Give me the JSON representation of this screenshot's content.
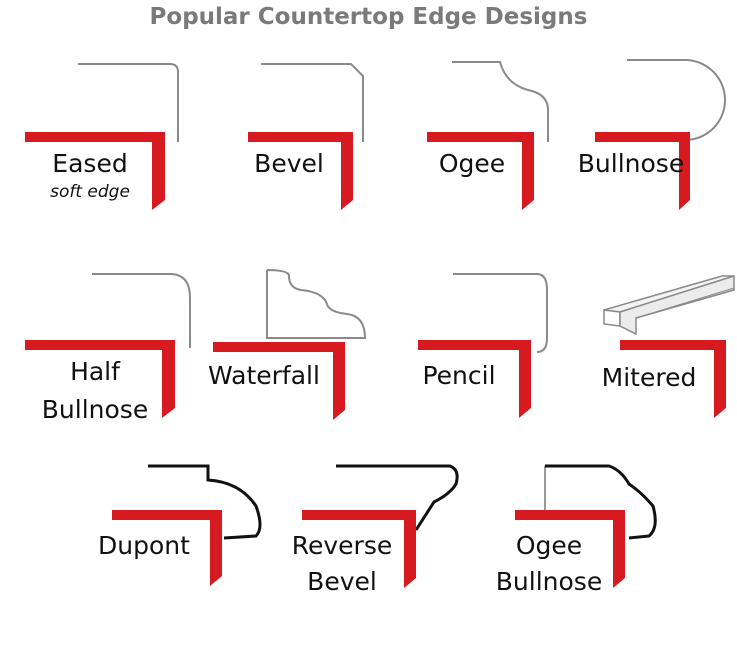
{
  "title": "Popular Countertop Edge Designs",
  "edges": [
    {
      "lines": [
        "Eased"
      ],
      "note": "soft edge"
    },
    {
      "lines": [
        "Bevel"
      ]
    },
    {
      "lines": [
        "Ogee"
      ]
    },
    {
      "lines": [
        "Bullnose"
      ]
    },
    {
      "lines": [
        "Half",
        "Bullnose"
      ]
    },
    {
      "lines": [
        "Waterfall"
      ]
    },
    {
      "lines": [
        "Pencil"
      ]
    },
    {
      "lines": [
        "Mitered"
      ]
    },
    {
      "lines": [
        "Dupont"
      ]
    },
    {
      "lines": [
        "Reverse",
        "Bevel"
      ]
    },
    {
      "lines": [
        "Ogee",
        "Bullnose"
      ]
    }
  ],
  "colors": {
    "accent": "#d71920",
    "profile": "#8a8a8a",
    "profile_dark": "#111111",
    "title": "#7a7a7a"
  }
}
